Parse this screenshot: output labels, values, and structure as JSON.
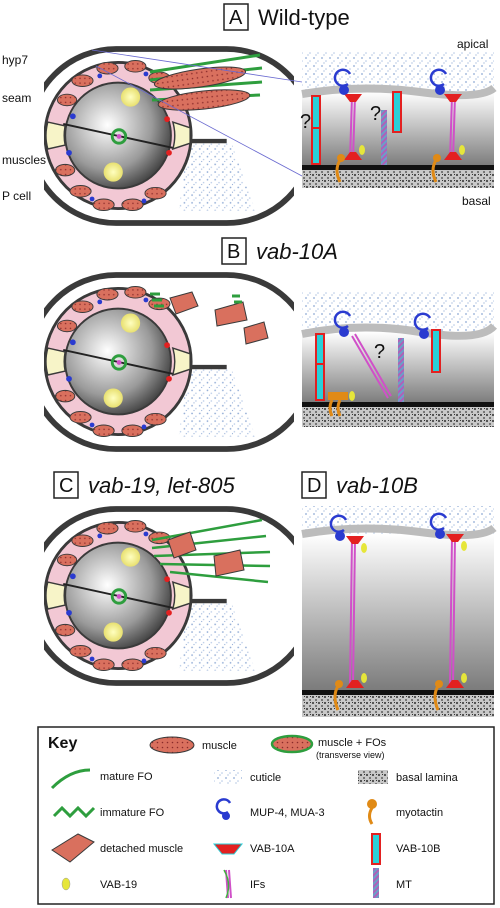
{
  "panels": {
    "a": {
      "letter": "A",
      "title": "Wild-type"
    },
    "b": {
      "letter": "B",
      "title": "vab-10A"
    },
    "c": {
      "letter": "C",
      "title": "vab-19, let-805"
    },
    "d": {
      "letter": "D",
      "title": "vab-10B"
    }
  },
  "labels": {
    "hyp7": "hyp7",
    "seam": "seam",
    "muscles": "muscles",
    "pcell": "P cell",
    "apical": "apical",
    "basal": "basal",
    "question": "?"
  },
  "key": {
    "title": "Key",
    "items": {
      "muscle": "muscle",
      "muscle_fos": "muscle + FOs",
      "muscle_fos_sub": "(transverse view)",
      "mature_fo": "mature FO",
      "cuticle": "cuticle",
      "basal_lamina": "basal lamina",
      "immature_fo": "immature FO",
      "mup4": "MUP-4, MUA-3",
      "myotactin": "myotactin",
      "detached": "detached muscle",
      "vab10a": "VAB-10A",
      "vab10b": "VAB-10B",
      "vab19": "VAB-19",
      "ifs": "IFs",
      "mt": "MT"
    }
  },
  "colors": {
    "outline": "#3a3a3a",
    "hyp7": "#f2c8d4",
    "seam": "#f7f4c8",
    "muscle": "#d9705e",
    "fo": "#2e9e3e",
    "cuticle": "#9fb8dc",
    "mup4": "#2a3bd0",
    "myotactin": "#e08a16",
    "vab10a": "#e32020",
    "vab10b": "#2ad0d8",
    "vab19": "#e6e63a",
    "if_pink": "#d050c8",
    "if_green": "#40b040",
    "mt": "#a855b5"
  }
}
